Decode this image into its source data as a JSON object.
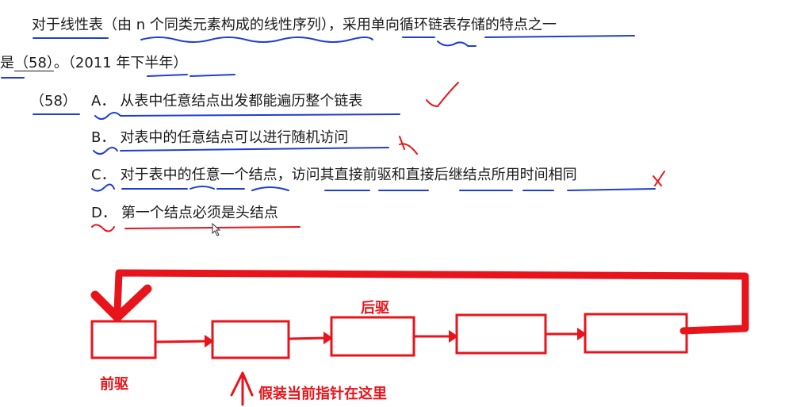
{
  "question": {
    "line1": "对于线性表（由 n 个同类元素构成的线性序列），采用单向循环链表存储的特点之一",
    "line2_prefix": "是",
    "blank": "（58）",
    "line2_suffix": "。（2011 年下半年）",
    "number": "（58）"
  },
  "options": [
    {
      "letter": "A．",
      "text": "从表中任意结点出发都能遍历整个链表",
      "mark": "check"
    },
    {
      "letter": "B．",
      "text": "对表中的任意结点可以进行随机访问",
      "mark": "cross"
    },
    {
      "letter": "C．",
      "text": "对于表中的任意一个结点，访问其直接前驱和直接后继结点所用时间相同",
      "mark": "cross"
    },
    {
      "letter": "D．",
      "text": "第一个结点必须是头结点",
      "mark": "none"
    }
  ],
  "diagram": {
    "label_successor": "后驱",
    "label_predecessor": "前驱",
    "label_pointer": "假装当前指针在这里",
    "node_count": 5
  },
  "colors": {
    "ink_blue": "#1f3fd1",
    "ink_red": "#e8141b",
    "text": "#1a1a1a"
  }
}
